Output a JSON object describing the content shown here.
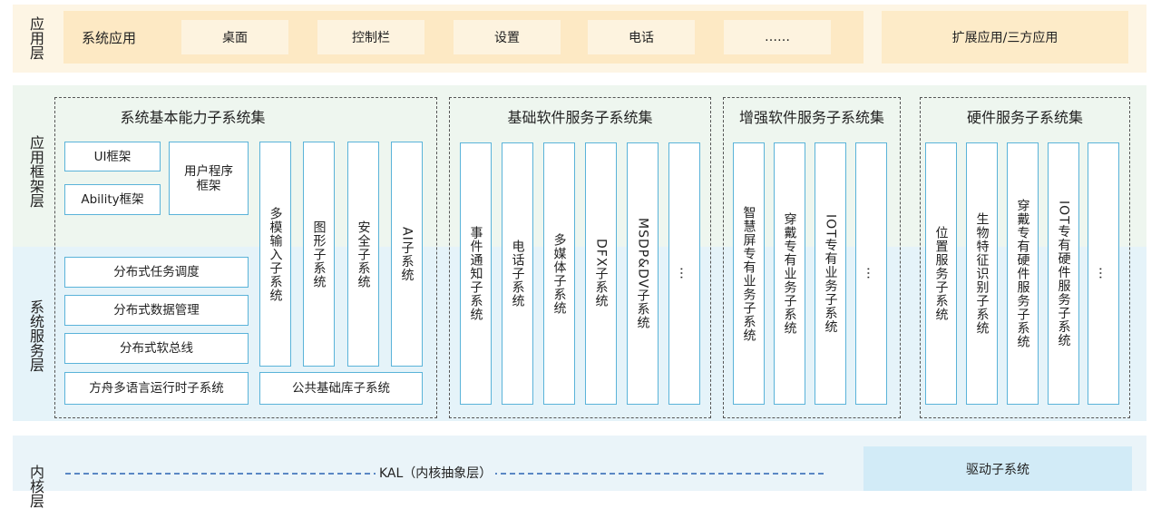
{
  "layers": {
    "app": "应用层",
    "framework": "应用框架层",
    "service": "系统服务层",
    "kernel": "内核层"
  },
  "app_layer": {
    "system_apps": "系统应用",
    "items": [
      "桌面",
      "控制栏",
      "设置",
      "电话",
      "……"
    ],
    "extended": "扩展应用/三方应用"
  },
  "sets": {
    "basic_capability": {
      "title": "系统基本能力子系统集",
      "ui_framework": "UI框架",
      "ability_framework": "Ability框架",
      "user_program_framework": "用户程序框架",
      "vertical": [
        "多模输入子系统",
        "图形子系统",
        "安全子系统",
        "AI子系统"
      ],
      "distributed": [
        "分布式任务调度",
        "分布式数据管理",
        "分布式软总线"
      ],
      "ark_runtime": "方舟多语言运行时子系统",
      "common_lib": "公共基础库子系统"
    },
    "basic_software": {
      "title": "基础软件服务子系统集",
      "vertical": [
        "事件通知子系统",
        "电话子系统",
        "多媒体子系统",
        "DFX子系统",
        "MSDP&DV子系统",
        "…"
      ]
    },
    "enhanced_software": {
      "title": "增强软件服务子系统集",
      "vertical": [
        "智慧屏专有业务子系统",
        "穿戴专有业务子系统",
        "IOT专有业务子系统",
        "…"
      ]
    },
    "hardware": {
      "title": "硬件服务子系统集",
      "vertical": [
        "位置服务子系统",
        "生物特征识别子系统",
        "穿戴专有硬件服务子系统",
        "IOT专有硬件服务子系统",
        "…"
      ]
    }
  },
  "kernel_layer": {
    "kal": "KAL（内核抽象层）",
    "driver": "驱动子系统"
  },
  "colors": {
    "app_band": "#fdf5e4",
    "app_box": "#fdebc8",
    "framework_band": "#eef6ef",
    "service_band": "#e5f3f9",
    "box_border": "#5ab3d9",
    "driver_box": "#d2ebf7"
  }
}
